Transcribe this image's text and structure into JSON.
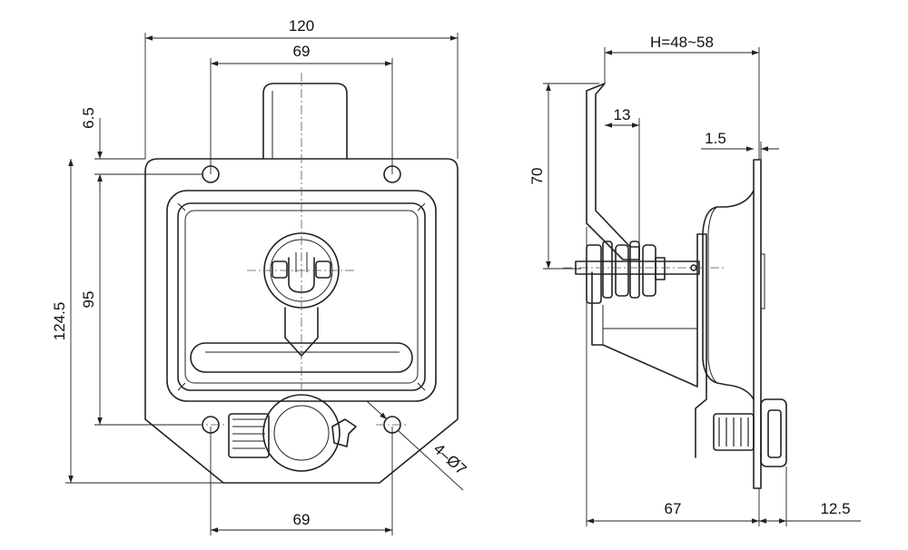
{
  "front_view": {
    "dim_total_width": "120",
    "dim_hole_spacing_top": "69",
    "dim_hole_spacing_bottom": "69",
    "dim_top_offset": "6.5",
    "dim_total_height": "124.5",
    "dim_hole_spacing_vertical": "95",
    "dim_holes": "4–Ø7"
  },
  "side_view": {
    "dim_thickness_range": "H=48~58",
    "dim_handle_offset": "13",
    "dim_flange": "1.5",
    "dim_handle_height": "70",
    "dim_depth": "67",
    "dim_cylinder": "12.5"
  }
}
